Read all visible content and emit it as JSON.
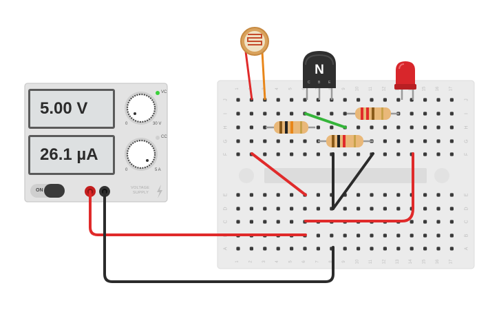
{
  "power_supply": {
    "voltage_display": "5.00 V",
    "current_display": "26.1 µA",
    "vc_label": "VC",
    "cc_label": "CC",
    "voltage_min": "0",
    "voltage_max": "30 V",
    "current_min": "0",
    "current_max": "5 A",
    "on_label": "ON",
    "brand_line1": "VOLTAGE",
    "brand_line2": "SUPPLY",
    "vc_led_color": "#3ad13a"
  },
  "transistor": {
    "type_label": "N",
    "pin_labels": [
      "C",
      "B",
      "E"
    ]
  },
  "breadboard": {
    "row_letters_top": [
      "J",
      "I",
      "H",
      "G",
      "F"
    ],
    "row_letters_bottom": [
      "E",
      "D",
      "C",
      "B",
      "A"
    ],
    "column_numbers": [
      "1",
      "2",
      "3",
      "4",
      "5",
      "6",
      "7",
      "8",
      "9",
      "10",
      "11",
      "12",
      "13",
      "14",
      "15",
      "16",
      "17"
    ]
  },
  "colors": {
    "wire_red": "#e02a2a",
    "wire_black": "#2b2b2b",
    "wire_green": "#35b53a",
    "led_red": "#d8262b",
    "resistor_body": "#e9b879",
    "board": "#ebebeb"
  }
}
